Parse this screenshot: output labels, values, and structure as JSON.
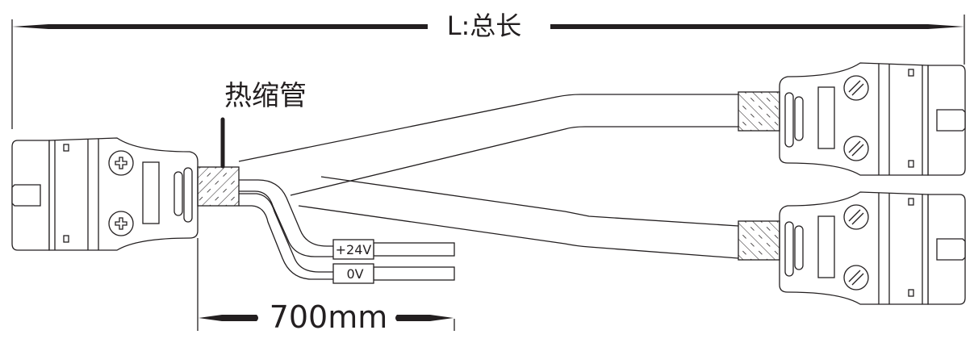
{
  "total_length_label": "L:总长",
  "heat_shrink_label": "热缩管",
  "wire_labels": {
    "positive": "+24V",
    "ground": "0V"
  },
  "lead_length_label": "700mm",
  "colors": {
    "ink": "#231f20",
    "background": "#ffffff"
  }
}
